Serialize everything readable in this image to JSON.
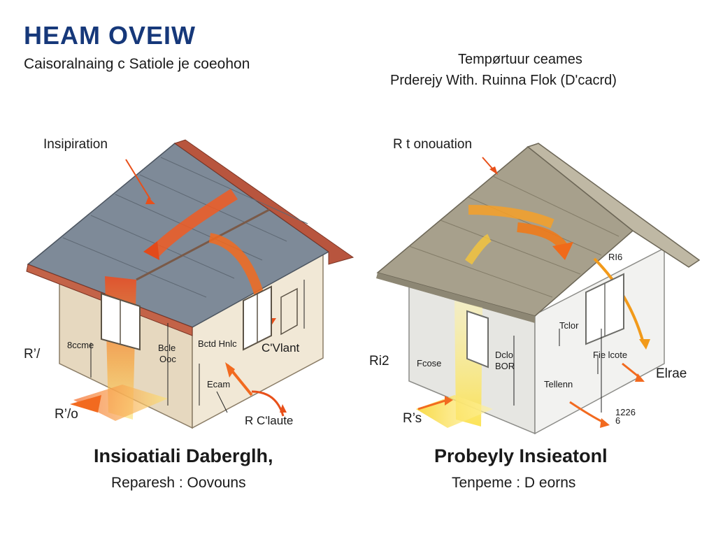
{
  "header": {
    "title": "HEAM OVEIW",
    "subtitle": "Caisoralnaing c Satiole je coeohon",
    "right_line1": "Tempørtuur ceames",
    "right_line2": "Prderejy With. Ruinna Flok (D'cacrd)"
  },
  "left_house": {
    "callout_top": "Insipiration",
    "label_r_left": "R’/",
    "label_r_bottom": "R’/o",
    "label_r_right": "R C'laute",
    "wall_label_1": "8ccme",
    "wall_label_2": "Bcle",
    "wall_label_3": "Ooc",
    "wall_label_4": "Bctd Hnlc",
    "wall_label_5": "Ecam",
    "window_label": "C'Vlant",
    "caption": "Insioatiali Daberglh,",
    "subcaption": "Reparesh :  Oovouns"
  },
  "right_house": {
    "callout_top": "R t onouation",
    "label_r_left": "Ri2",
    "label_r_bottom": "R’s",
    "label_right": "Elrae",
    "label_top_right": "RI6",
    "wall_label_1": "Fcose",
    "wall_label_2": "Dclo",
    "wall_label_3": "BOR",
    "wall_label_4": "Tclor",
    "wall_label_5": "Fie lcote",
    "wall_label_6": "Tellenn",
    "measure_label": "1226\n6",
    "caption": "Probeyly Insieatonl",
    "subcaption": "Tenpeme  :  D eorns"
  },
  "colors": {
    "title": "#16387a",
    "roof_slate": "#7f8b99",
    "roof_tile": "#b7553e",
    "wall_beige": "#ece2cf",
    "wall_grey": "#e5e5e3",
    "roof_stone": "#a9a28f",
    "heat_orange": "#f26a1f",
    "heat_yellow": "#f8d642"
  }
}
